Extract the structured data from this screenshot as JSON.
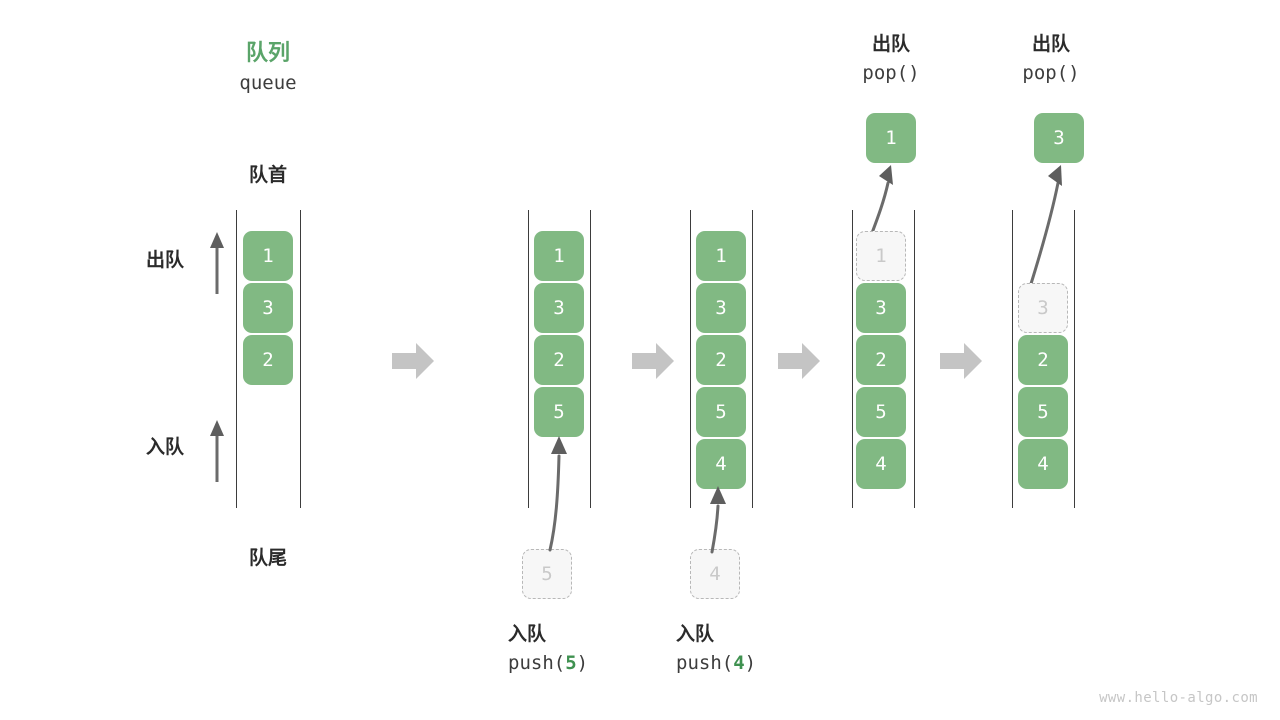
{
  "header": {
    "title_cn": "队列",
    "title_en": "queue",
    "accent_color": "#5aa469"
  },
  "labels": {
    "front": "队首",
    "rear": "队尾",
    "dequeue": "出队",
    "enqueue": "入队"
  },
  "colors": {
    "box_fill": "#81b983",
    "box_text": "#ffffff",
    "ghost_fill": "#f7f7f7",
    "ghost_text": "#c9c9c9",
    "ghost_border": "#b8b8b8",
    "rail": "#3d3d3d",
    "arrow": "#6b6b6b",
    "step_arrow": "#c4c4c4",
    "watermark": "#c6c6c6"
  },
  "steps": [
    {
      "id": "initial",
      "caption_cn": "",
      "caption_code": "",
      "items": [
        {
          "value": "1",
          "ghost": false
        },
        {
          "value": "3",
          "ghost": false
        },
        {
          "value": "2",
          "ghost": false
        }
      ],
      "popped": null
    },
    {
      "id": "push-5",
      "caption_cn": "入队",
      "caption_code_prefix": "push(",
      "caption_code_arg": "5",
      "caption_code_suffix": ")",
      "incoming": "5",
      "items": [
        {
          "value": "1",
          "ghost": false
        },
        {
          "value": "3",
          "ghost": false
        },
        {
          "value": "2",
          "ghost": false
        },
        {
          "value": "5",
          "ghost": false
        }
      ],
      "popped": null
    },
    {
      "id": "push-4",
      "caption_cn": "入队",
      "caption_code_prefix": "push(",
      "caption_code_arg": "4",
      "caption_code_suffix": ")",
      "incoming": "4",
      "items": [
        {
          "value": "1",
          "ghost": false
        },
        {
          "value": "3",
          "ghost": false
        },
        {
          "value": "2",
          "ghost": false
        },
        {
          "value": "5",
          "ghost": false
        },
        {
          "value": "4",
          "ghost": false
        }
      ],
      "popped": null
    },
    {
      "id": "pop-1",
      "header_cn": "出队",
      "header_code": "pop()",
      "popped": "1",
      "items": [
        {
          "value": "1",
          "ghost": true
        },
        {
          "value": "3",
          "ghost": false
        },
        {
          "value": "2",
          "ghost": false
        },
        {
          "value": "5",
          "ghost": false
        },
        {
          "value": "4",
          "ghost": false
        }
      ]
    },
    {
      "id": "pop-3",
      "header_cn": "出队",
      "header_code": "pop()",
      "popped": "3",
      "items": [
        {
          "value": "3",
          "ghost": true
        },
        {
          "value": "2",
          "ghost": false
        },
        {
          "value": "5",
          "ghost": false
        },
        {
          "value": "4",
          "ghost": false
        }
      ]
    }
  ],
  "watermark": "www.hello-algo.com"
}
